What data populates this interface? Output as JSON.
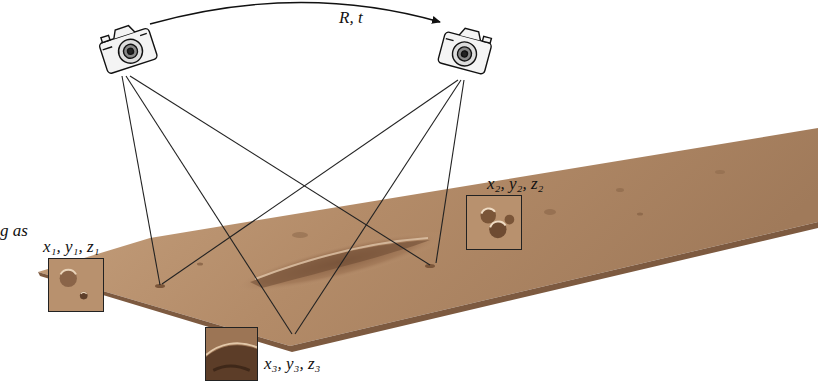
{
  "diagram": {
    "nodes": [
      {
        "text": [
          "x₁, y₁, z₁"
        ]
      },
      {
        "text": [
          "x₂, y₂, z₂"
        ]
      },
      {
        "text": [
          "x₃, y₃, z₃"
        ]
      }
    ],
    "labels": [
      "R, t",
      "g as"
    ]
  }
}
